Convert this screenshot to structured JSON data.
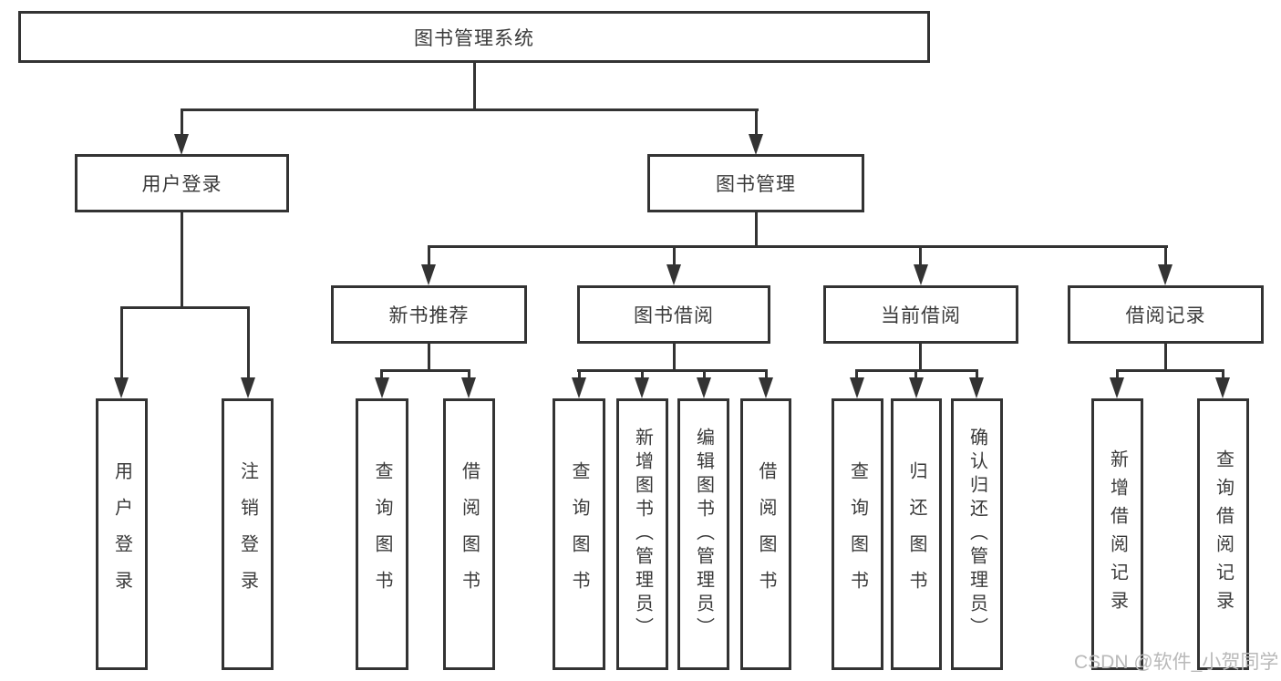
{
  "diagram": {
    "title": "图书管理系统",
    "level2": [
      {
        "label": "用户登录"
      },
      {
        "label": "图书管理"
      }
    ],
    "level3": [
      {
        "label": "新书推荐",
        "parent": "图书管理"
      },
      {
        "label": "图书借阅",
        "parent": "图书管理"
      },
      {
        "label": "当前借阅",
        "parent": "图书管理"
      },
      {
        "label": "借阅记录",
        "parent": "图书管理"
      }
    ],
    "leaves": [
      {
        "label": "用户登录",
        "parent": "用户登录"
      },
      {
        "label": "注销登录",
        "parent": "用户登录"
      },
      {
        "label": "查询图书",
        "parent": "新书推荐"
      },
      {
        "label": "借阅图书",
        "parent": "新书推荐"
      },
      {
        "label": "查询图书",
        "parent": "图书借阅"
      },
      {
        "label": "新增图书（管理员）",
        "parent": "图书借阅"
      },
      {
        "label": "编辑图书（管理员）",
        "parent": "图书借阅"
      },
      {
        "label": "借阅图书",
        "parent": "图书借阅"
      },
      {
        "label": "查询图书",
        "parent": "当前借阅"
      },
      {
        "label": "归还图书",
        "parent": "当前借阅"
      },
      {
        "label": "确认归还（管理员）",
        "parent": "当前借阅"
      },
      {
        "label": "新增借阅记录",
        "parent": "借阅记录"
      },
      {
        "label": "查询借阅记录",
        "parent": "借阅记录"
      }
    ],
    "watermark": "CSDN @软件_小贺同学",
    "colors": {
      "line": "#333333",
      "text": "#3a3a3a",
      "box_bg": "#ffffff",
      "watermark": "#b9b9b9"
    }
  }
}
